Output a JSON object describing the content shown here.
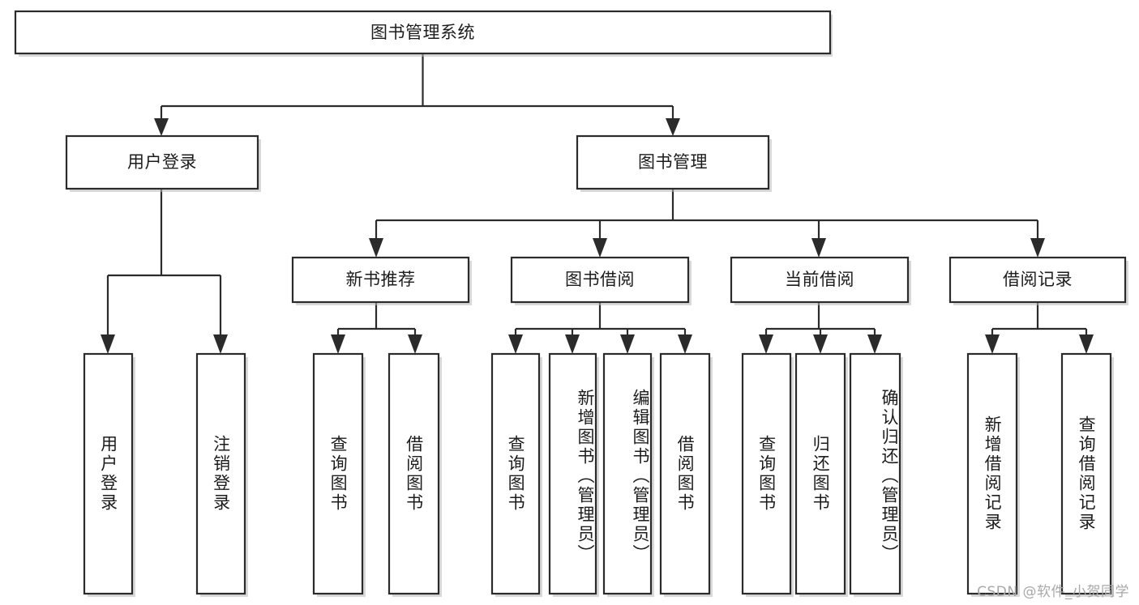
{
  "diagram": {
    "title": "图书管理系统",
    "type": "tree-hierarchy-chart",
    "colors": {
      "box_fill": "#ffffff",
      "box_stroke": "#2b2b2b",
      "shadow": "#b9b9b9",
      "text": "#1c1c1c",
      "watermark": "#a8a8a8",
      "background": "#ffffff"
    },
    "root": {
      "label": "图书管理系统"
    },
    "level2": [
      {
        "label": "用户登录"
      },
      {
        "label": "图书管理"
      }
    ],
    "level3": [
      {
        "label": "新书推荐"
      },
      {
        "label": "图书借阅"
      },
      {
        "label": "当前借阅"
      },
      {
        "label": "借阅记录"
      }
    ],
    "leaves": {
      "user_login": [
        {
          "label": "用户登录"
        },
        {
          "label": "注销登录"
        }
      ],
      "new_book_recommend": [
        {
          "label": "查询图书"
        },
        {
          "label": "借阅图书"
        }
      ],
      "book_borrow": [
        {
          "label": "查询图书"
        },
        {
          "label": "新增图书（管理员）"
        },
        {
          "label": "编辑图书（管理员）"
        },
        {
          "label": "借阅图书"
        }
      ],
      "current_borrow": [
        {
          "label": "查询图书"
        },
        {
          "label": "归还图书"
        },
        {
          "label": "确认归还（管理员）"
        }
      ],
      "borrow_record": [
        {
          "label": "新增借阅记录"
        },
        {
          "label": "查询借阅记录"
        }
      ]
    },
    "watermark": "CSDN @软件_小贺同学"
  }
}
